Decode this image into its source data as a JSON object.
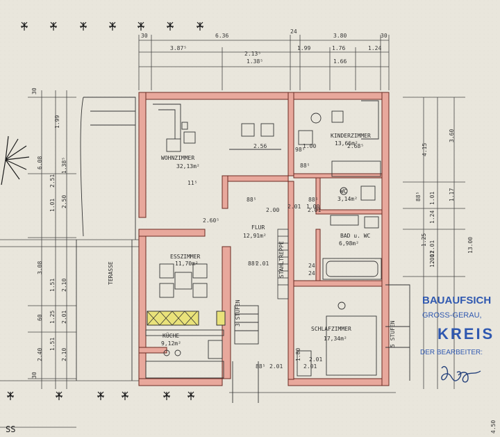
{
  "rooms": {
    "wohnzimmer": {
      "name": "WOHNZIMMER",
      "area": "32,13m²"
    },
    "kinderzimmer": {
      "name": "KINDERZIMMER",
      "area": "13,66m²"
    },
    "wc": {
      "name": "WC",
      "area": "3,14m²"
    },
    "flur": {
      "name": "FLUR",
      "area": "12,91m²"
    },
    "bad": {
      "name": "BAD u. WC",
      "area": "6,98m²"
    },
    "esszimmer": {
      "name": "ESSZIMMER",
      "area": "11,70m²"
    },
    "kueche": {
      "name": "KÜCHE",
      "area": "9,12m²"
    },
    "schlafzimmer": {
      "name": "SCHLAFZIMMER",
      "area": "17,34m²"
    },
    "terasse": {
      "name": "TERASSE"
    }
  },
  "labels": {
    "treppe": "STAHLTREPPE",
    "bottom_left": "SS"
  },
  "dimensions": {
    "top_row1": [
      "30",
      "6.36",
      "24",
      "3.80",
      "30"
    ],
    "top_row2": [
      "3.87⁵",
      "2.13⁵",
      "1.99",
      "1.76",
      "1.24"
    ],
    "top_row3": [
      "1.38⁵",
      "1.66"
    ],
    "inner": [
      "2.56",
      "1.00",
      "2.68⁵",
      "88⁵",
      "2.60⁵",
      "88⁵",
      "2.00",
      "2.01",
      "88⁵",
      "2.01",
      "88⁵",
      "2.01",
      "24",
      "24",
      "11⁵",
      "98⁵",
      "88⁵",
      "2.01",
      "2.01",
      "1.00",
      "2.01"
    ],
    "left": [
      "30",
      "1.99",
      "6.08",
      "2.51",
      "1.38⁵",
      "1.01",
      "2.50",
      "3.08",
      "1.51",
      "2.10",
      "60",
      "1.25",
      "2.01",
      "1.51",
      "2.40",
      "2.10",
      "30"
    ],
    "right": [
      "4.15",
      "3.60",
      "88⁵",
      "1.01",
      "1.17",
      "1.24",
      "13.00",
      "1.25",
      "2.01",
      "1.01",
      "2.01"
    ],
    "right_misc": [
      "3 STUFEN",
      "5 STUFEN",
      "1.80",
      "4.50"
    ]
  },
  "stamp": {
    "line1": "BAUAUFSICH",
    "line2": "GROSS-GERAU,",
    "line3": "KREIS",
    "line4": "DER BEARBEITER:"
  }
}
